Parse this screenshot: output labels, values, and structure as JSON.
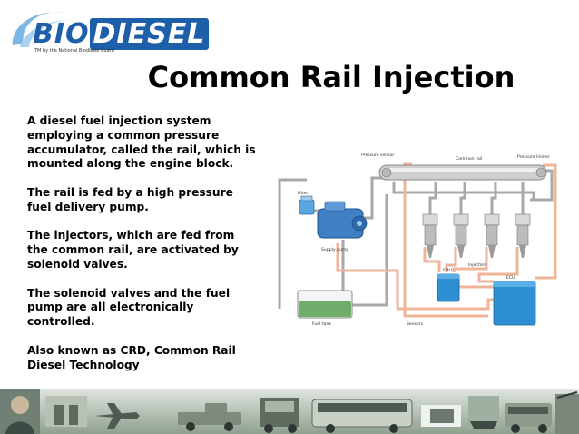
{
  "logo": {
    "bio": "BIO",
    "diesel": "DIESEL",
    "tagline": "TM by the National Biodiesel Board"
  },
  "title": "Common Rail Injection",
  "paragraphs": [
    "A diesel fuel injection system\nemploying a common pressure\naccumulator, called the rail, which is\nmounted along the engine block.",
    "The rail is fed by a high pressure\nfuel delivery pump.",
    "The injectors, which are fed from\nthe common rail, are activated by\nsolenoid valves.",
    "The solenoid valves and the fuel\npump are all electronically\ncontrolled.",
    "Also known as CRD, Common Rail\nDiesel Technology"
  ],
  "diagram": {
    "labels": {
      "pressure_sensor": "Pressure sensor",
      "common_rail": "Common rail",
      "pressure_limiter": "Pressure limiter",
      "filter": "Filter",
      "supply_pump": "Supply pump",
      "injectors": "Injectors",
      "edu": "EDU",
      "ecu": "ECU",
      "fuel_tank": "Fuel tank",
      "sensors": "Sensors"
    },
    "colors": {
      "pipe": "#a8a8a8",
      "wire": "#f0b49a",
      "module": "#2f8fd3",
      "pump": "#3f7fc4",
      "fuel": "#6fae6a"
    }
  },
  "footer": {
    "icons": [
      "person-photo-icon",
      "fuel-station-icon",
      "airplane-icon",
      "pickup-truck-icon",
      "semi-truck-icon",
      "bus-icon",
      "snow-tractor-icon",
      "ship-icon",
      "school-bus-icon",
      "crane-icon"
    ]
  }
}
